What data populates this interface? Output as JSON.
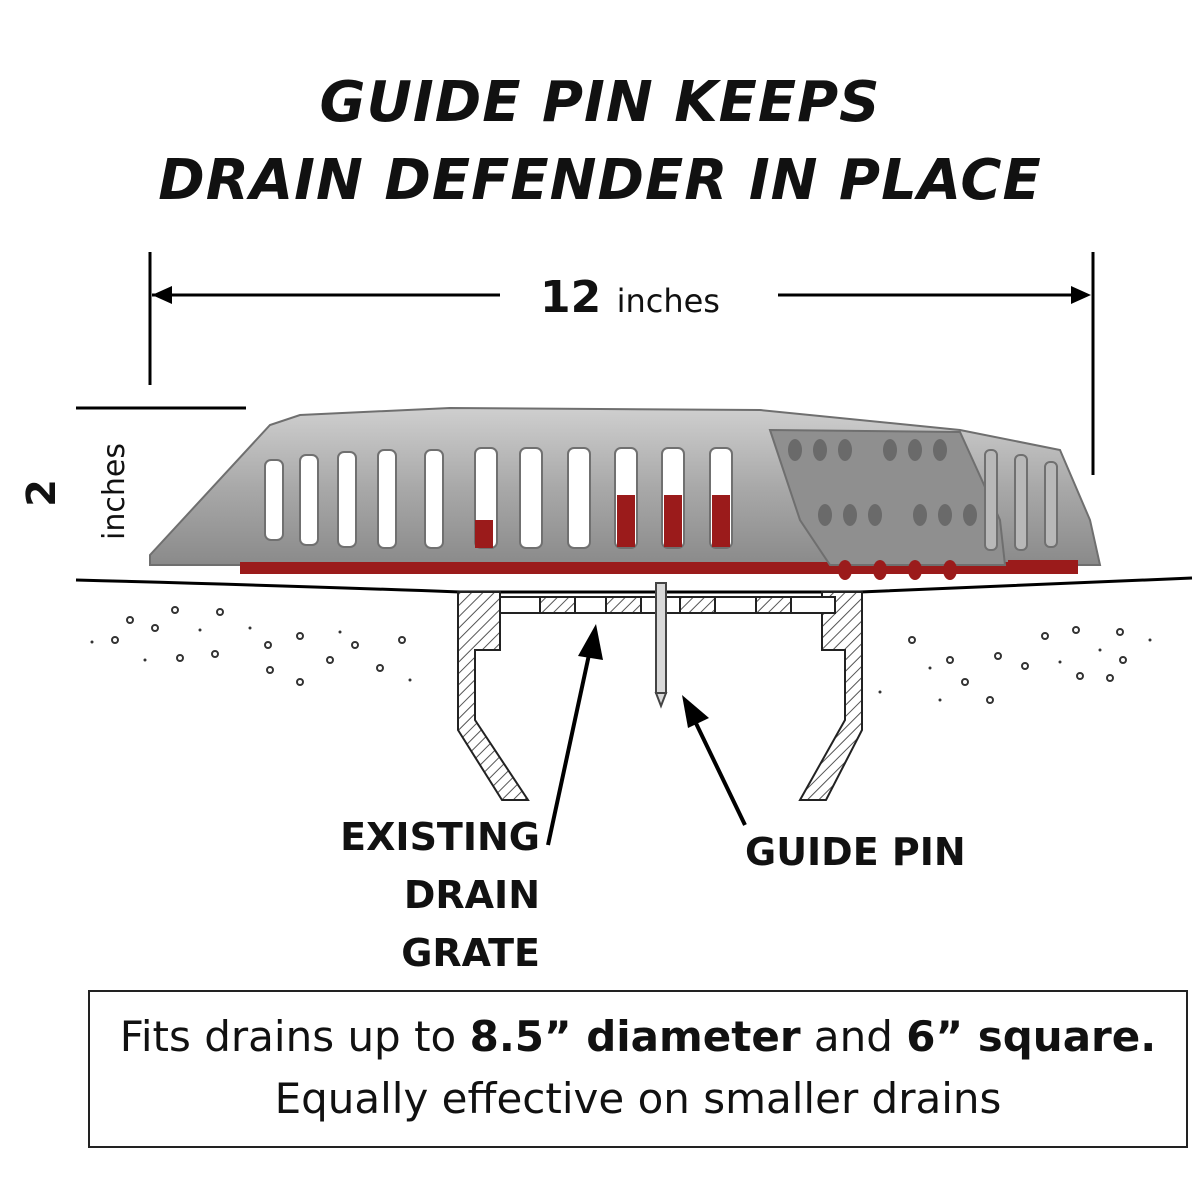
{
  "title": {
    "line1": "GUIDE PIN KEEPS",
    "line2": "DRAIN DEFENDER IN PLACE"
  },
  "dimensions": {
    "width_value": "12",
    "width_unit": "inches",
    "height_value": "2",
    "height_unit": "inches"
  },
  "callouts": {
    "grate_line1": "EXISTING",
    "grate_line2": "DRAIN",
    "grate_line3": "GRATE",
    "pin": "GUIDE PIN"
  },
  "info": {
    "l1_a": "Fits drains up to ",
    "l1_b": "8.5” diameter",
    "l1_c": " and ",
    "l1_d": "6” square.",
    "l2": "Equally effective on smaller drains"
  },
  "colors": {
    "product_gray": "#9a9a9a",
    "product_dark": "#6f6f6f",
    "accent_red": "#9b1b1b"
  }
}
